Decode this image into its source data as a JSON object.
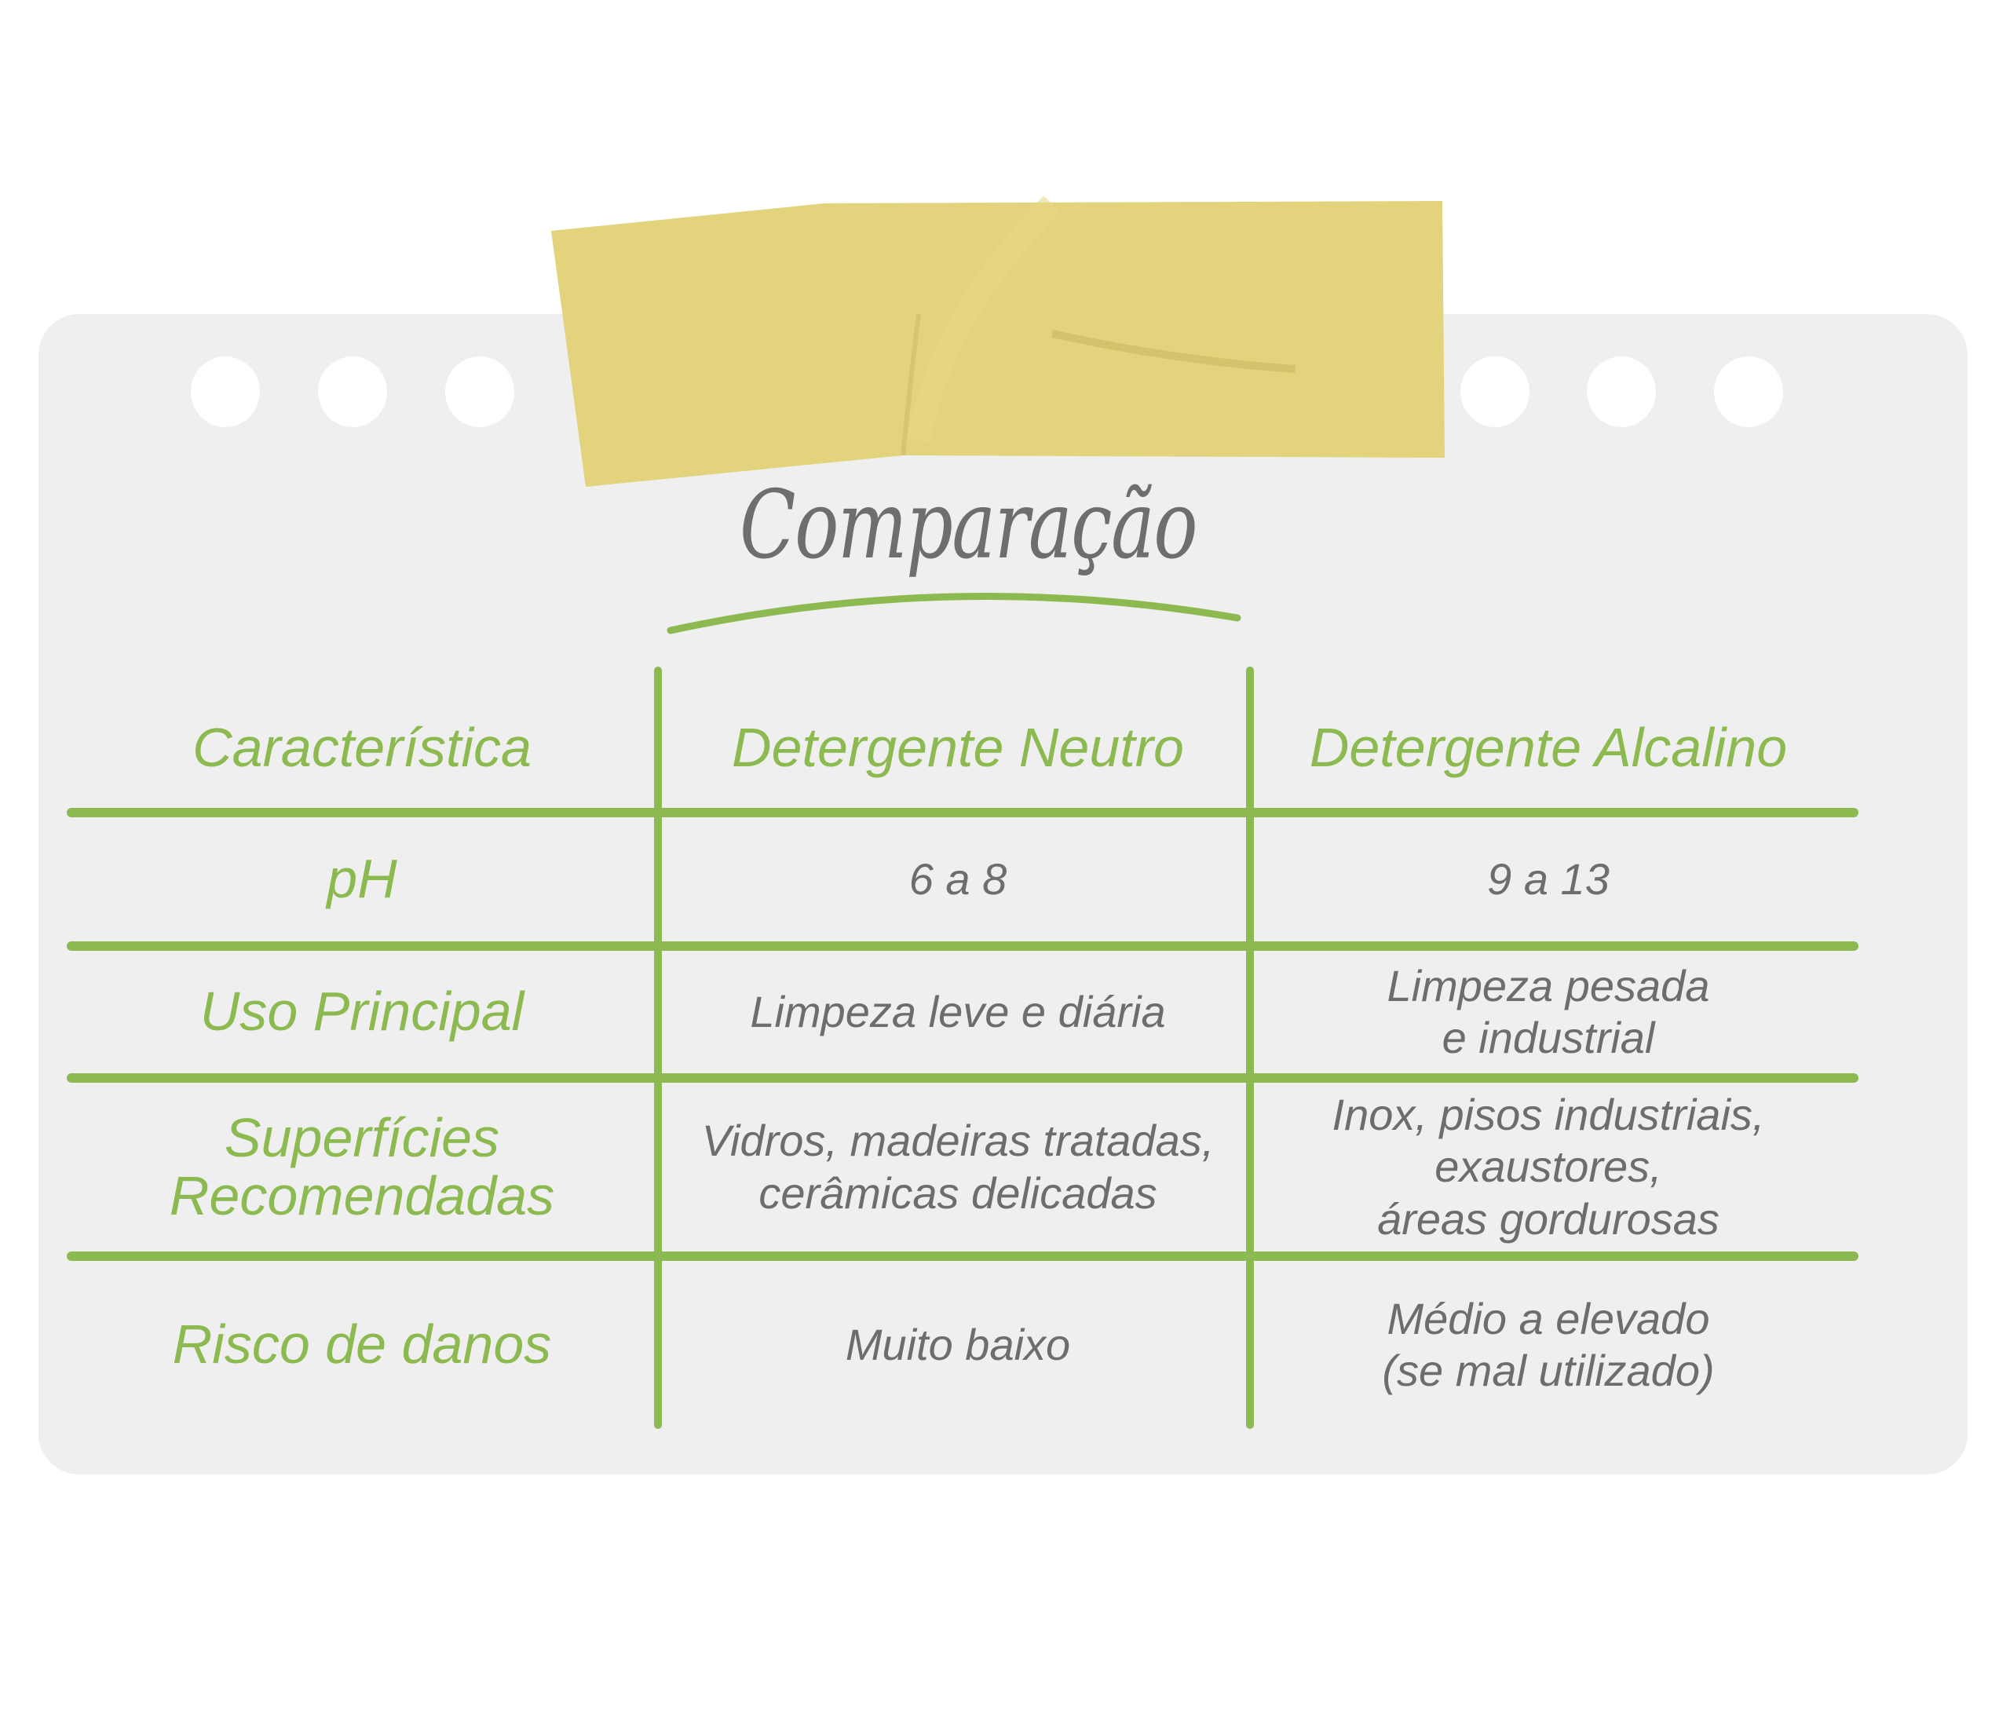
{
  "title": "Comparação",
  "colors": {
    "accent": "#8cba50",
    "text": "#6d6d6d",
    "card": "#efefef",
    "tape": "#e2d37c"
  },
  "table": {
    "headers": [
      "Característica",
      "Detergente Neutro",
      "Detergente Alcalino"
    ],
    "rows": [
      {
        "label": "pH",
        "neutro": "6 a 8",
        "alcalino": "9 a 13"
      },
      {
        "label": "Uso Principal",
        "neutro": "Limpeza leve e diária",
        "alcalino": "Limpeza pesada\ne industrial"
      },
      {
        "label": "Superfícies\nRecomendadas",
        "neutro": "Vidros, madeiras tratadas,\ncerâmicas delicadas",
        "alcalino": "Inox, pisos industriais,\nexaustores,\náreas gordurosas"
      },
      {
        "label": "Risco de danos",
        "neutro": "Muito baixo",
        "alcalino": "Médio a elevado\n(se mal utilizado)"
      }
    ]
  }
}
